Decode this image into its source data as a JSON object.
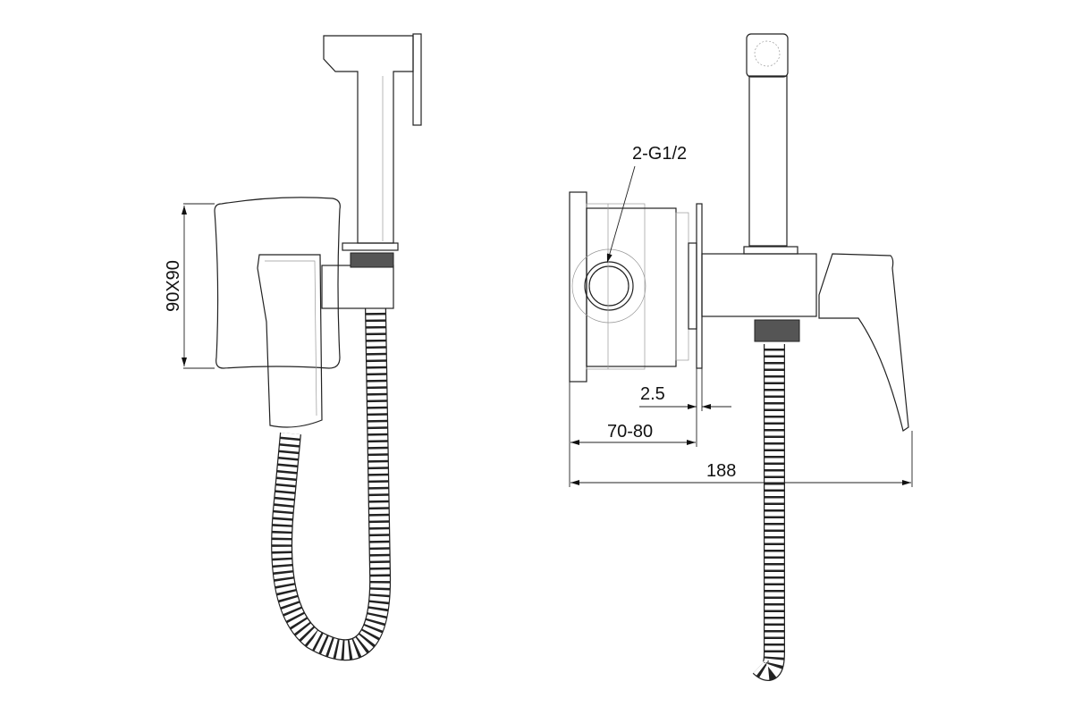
{
  "title": "Hygienic shower set technical drawing",
  "dimensions": {
    "plate_size": "90X90",
    "thread": "2-G1/2",
    "plate_thickness": "2.5",
    "install_depth": "70-80",
    "total_depth": "188"
  },
  "colors": {
    "line": "#222222",
    "background": "#ffffff"
  }
}
